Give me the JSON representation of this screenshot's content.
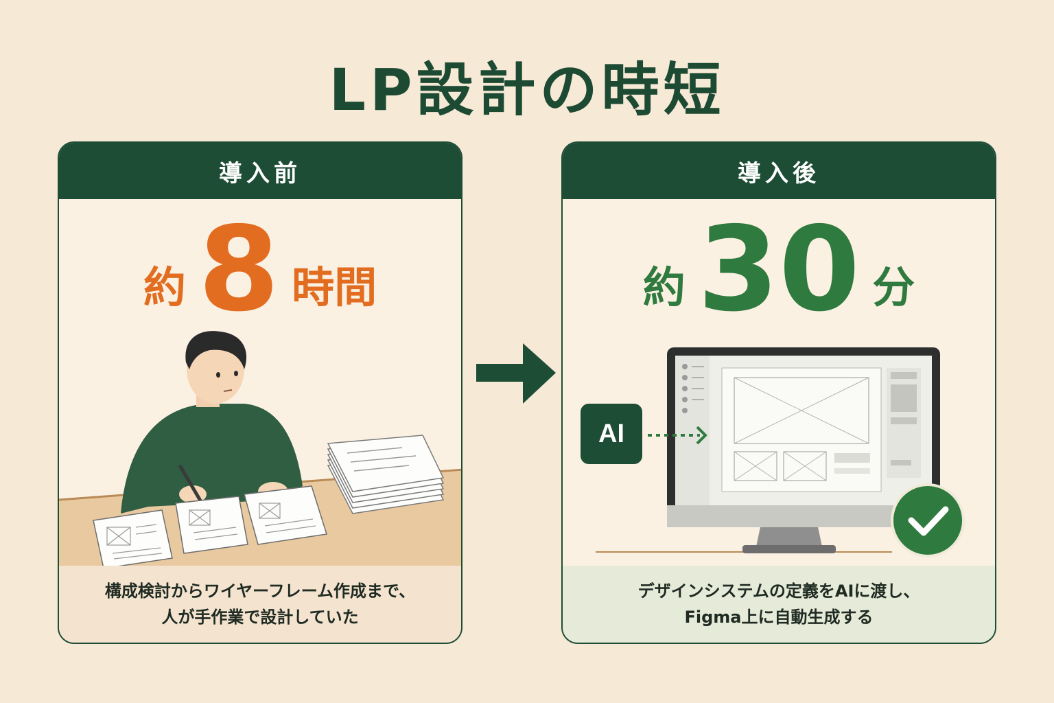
{
  "title": "LP設計の時短",
  "before": {
    "header": "導入前",
    "prefix": "約",
    "number": "8",
    "unit": "時間",
    "caption_line1": "構成検討からワイヤーフレーム作成まで、",
    "caption_line2": "人が手作業で設計していた"
  },
  "after": {
    "header": "導入後",
    "prefix": "約",
    "number": "30",
    "unit": "分",
    "ai_label": "AI",
    "caption_line1": "デザインシステムの定義をAIに渡し、",
    "caption_line2": "Figma上に自動生成する"
  },
  "colors": {
    "primary_green": "#1e4d36",
    "accent_orange": "#e26d21",
    "accent_green": "#2f7a3e",
    "background": "#f6e9d6"
  },
  "icons": [
    "person-writing-illustration",
    "arrow-right-icon",
    "monitor-illustration",
    "check-circle-icon"
  ]
}
